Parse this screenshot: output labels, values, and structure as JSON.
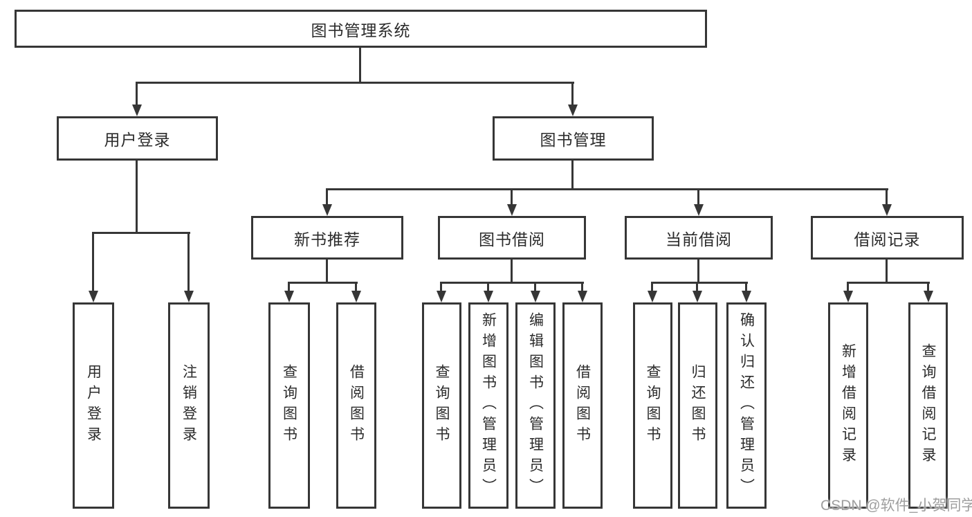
{
  "diagram_title": "图书管理系统",
  "tree": {
    "root": {
      "label": "图书管理系统"
    },
    "level2": [
      {
        "label": "用户登录"
      },
      {
        "label": "图书管理"
      }
    ],
    "level3": [
      {
        "label": "新书推荐",
        "parent": "图书管理"
      },
      {
        "label": "图书借阅",
        "parent": "图书管理"
      },
      {
        "label": "当前借阅",
        "parent": "图书管理"
      },
      {
        "label": "借阅记录",
        "parent": "图书管理"
      }
    ],
    "leaves": [
      {
        "label": "用户登录",
        "parent": "用户登录"
      },
      {
        "label": "注销登录",
        "parent": "用户登录"
      },
      {
        "label": "查询图书",
        "parent": "新书推荐"
      },
      {
        "label": "借阅图书",
        "parent": "新书推荐"
      },
      {
        "label": "查询图书",
        "parent": "图书借阅"
      },
      {
        "label": "新增图书（管理员）",
        "parent": "图书借阅"
      },
      {
        "label": "编辑图书（管理员）",
        "parent": "图书借阅"
      },
      {
        "label": "借阅图书",
        "parent": "图书借阅"
      },
      {
        "label": "查询图书",
        "parent": "当前借阅"
      },
      {
        "label": "归还图书",
        "parent": "当前借阅"
      },
      {
        "label": "确认归还（管理员）",
        "parent": "当前借阅"
      },
      {
        "label": "新增借阅记录",
        "parent": "借阅记录"
      },
      {
        "label": "查询借阅记录",
        "parent": "借阅记录"
      }
    ]
  },
  "watermark": "CSDN @软件_小贺同学",
  "colors": {
    "line": "#363636",
    "text": "#2b2b2b",
    "watermark": "#9e9e9e",
    "background": "#ffffff"
  }
}
